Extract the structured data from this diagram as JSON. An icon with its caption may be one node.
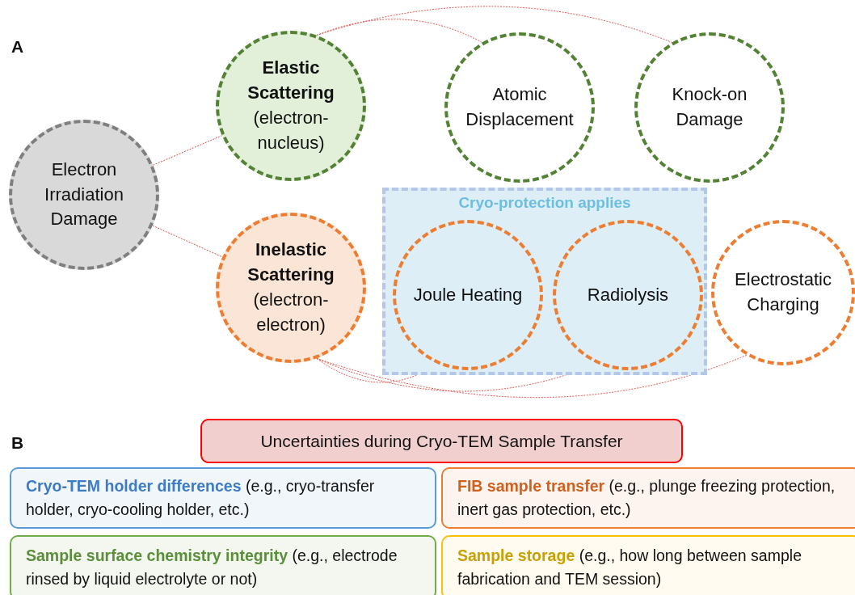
{
  "diagram": {
    "nodes": [
      {
        "text": [
          "Electron Irradiation Damage"
        ]
      },
      {
        "text": [
          "Elastic Scattering",
          "(electron-nucleus)"
        ]
      },
      {
        "text": [
          "Atomic Displacement"
        ]
      },
      {
        "text": [
          "Knock-on Damage"
        ]
      },
      {
        "text": [
          "Inelastic Scattering",
          "(electron-electron)"
        ]
      },
      {
        "text": [
          "Cryo-protection applies"
        ]
      },
      {
        "text": [
          "Joule Heating"
        ],
        "in": 5
      },
      {
        "text": [
          "Radiolysis"
        ],
        "in": 5
      },
      {
        "text": [
          "Electrostatic Charging"
        ]
      },
      {
        "text": [
          "Uncertainties during Cryo-TEM Sample Transfer"
        ]
      },
      {
        "text": [
          "**Cryo-TEM holder differences** (e.g., cryo-transfer holder, cryo-cooling holder, etc.)"
        ]
      },
      {
        "text": [
          "**FIB sample transfer** (e.g., plunge freezing protection, inert gas protection, etc.)"
        ]
      },
      {
        "text": [
          "**Sample surface chemistry integrity** (e.g., electrode rinsed by liquid electrolyte or not)"
        ]
      },
      {
        "text": [
          "**Sample storage** (e.g., how long between sample fabrication and TEM session)"
        ]
      }
    ],
    "edges": [
      {
        "from": 0,
        "to": 1,
        "arrow": "none"
      },
      {
        "from": 0,
        "to": 4,
        "arrow": "none"
      },
      {
        "from": 1,
        "to": 2,
        "arrow": "none"
      },
      {
        "from": 1,
        "to": 3,
        "arrow": "none"
      },
      {
        "from": 4,
        "to": 6,
        "arrow": "none"
      },
      {
        "from": 4,
        "to": 7,
        "arrow": "none"
      },
      {
        "from": 4,
        "to": 8,
        "arrow": "none"
      }
    ],
    "labels": [
      "A",
      "B"
    ]
  }
}
